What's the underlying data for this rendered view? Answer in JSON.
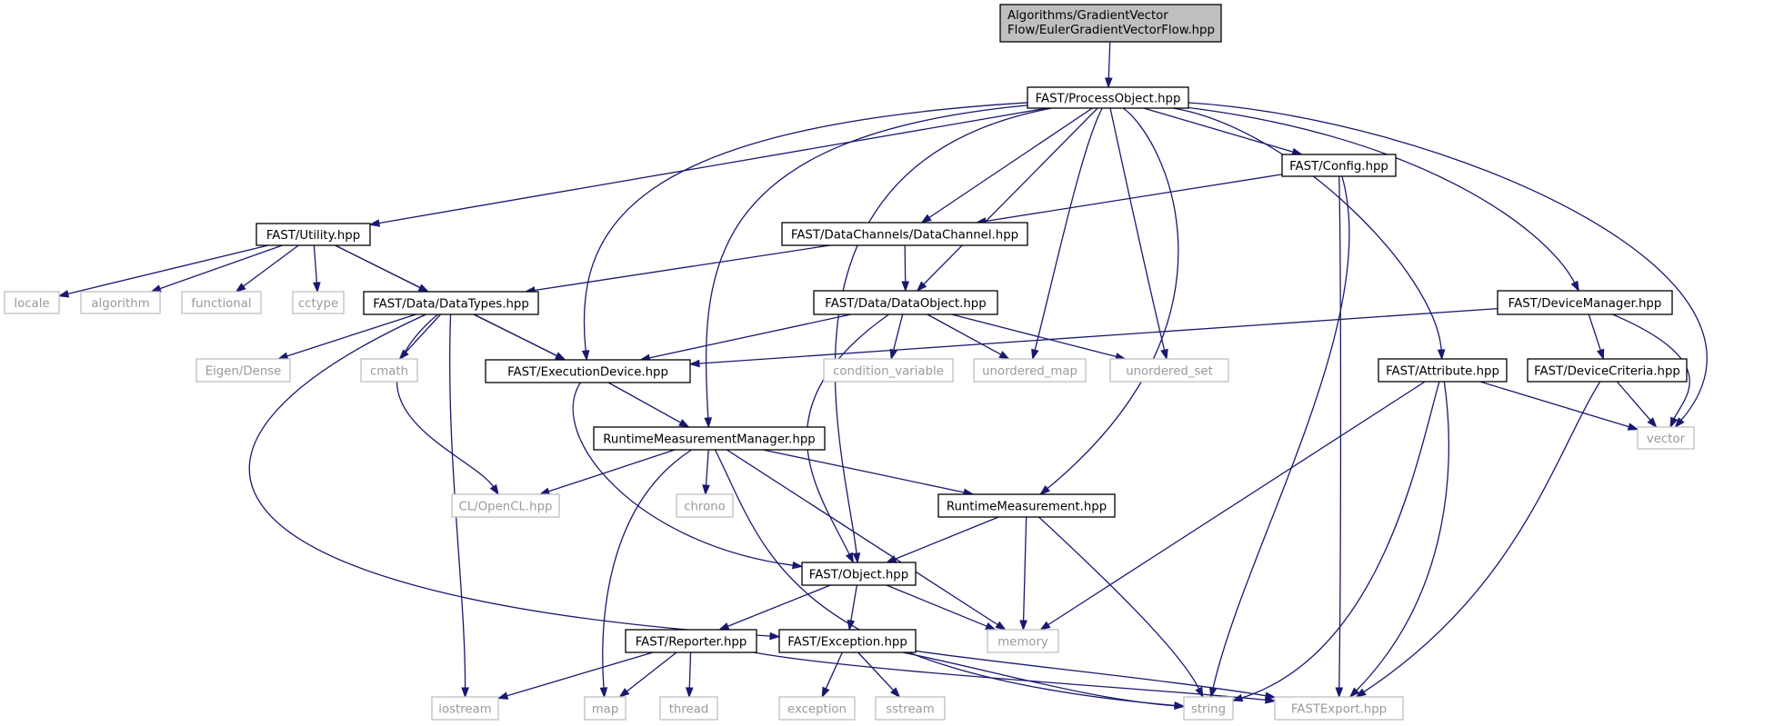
{
  "diagram": {
    "nodes": [
      {
        "id": "root",
        "kind": "root",
        "lines": [
          "Algorithms/GradientVector",
          "Flow/EulerGradientVectorFlow.hpp"
        ]
      },
      {
        "id": "process",
        "kind": "main",
        "label": "FAST/ProcessObject.hpp"
      },
      {
        "id": "config",
        "kind": "main",
        "label": "FAST/Config.hpp"
      },
      {
        "id": "utility",
        "kind": "main",
        "label": "FAST/Utility.hpp"
      },
      {
        "id": "datachannel",
        "kind": "main",
        "label": "FAST/DataChannels/DataChannel.hpp"
      },
      {
        "id": "datatypes",
        "kind": "main",
        "label": "FAST/Data/DataTypes.hpp"
      },
      {
        "id": "dataobject",
        "kind": "main",
        "label": "FAST/Data/DataObject.hpp"
      },
      {
        "id": "devicemanager",
        "kind": "main",
        "label": "FAST/DeviceManager.hpp"
      },
      {
        "id": "execdevice",
        "kind": "main",
        "label": "FAST/ExecutionDevice.hpp"
      },
      {
        "id": "attribute",
        "kind": "main",
        "label": "FAST/Attribute.hpp"
      },
      {
        "id": "devicecriteria",
        "kind": "main",
        "label": "FAST/DeviceCriteria.hpp"
      },
      {
        "id": "rtmm",
        "kind": "main",
        "label": "RuntimeMeasurementManager.hpp"
      },
      {
        "id": "rtm",
        "kind": "main",
        "label": "RuntimeMeasurement.hpp"
      },
      {
        "id": "object",
        "kind": "main",
        "label": "FAST/Object.hpp"
      },
      {
        "id": "reporter",
        "kind": "main",
        "label": "FAST/Reporter.hpp"
      },
      {
        "id": "exception",
        "kind": "main",
        "label": "FAST/Exception.hpp"
      },
      {
        "id": "locale",
        "kind": "sys",
        "label": "locale"
      },
      {
        "id": "algorithm",
        "kind": "sys",
        "label": "algorithm"
      },
      {
        "id": "functional",
        "kind": "sys",
        "label": "functional"
      },
      {
        "id": "cctype",
        "kind": "sys",
        "label": "cctype"
      },
      {
        "id": "eigen",
        "kind": "sys",
        "label": "Eigen/Dense"
      },
      {
        "id": "cmath",
        "kind": "sys",
        "label": "cmath"
      },
      {
        "id": "condvar",
        "kind": "sys",
        "label": "condition_variable"
      },
      {
        "id": "umap",
        "kind": "sys",
        "label": "unordered_map"
      },
      {
        "id": "uset",
        "kind": "sys",
        "label": "unordered_set"
      },
      {
        "id": "vector",
        "kind": "sys",
        "label": "vector"
      },
      {
        "id": "opencl",
        "kind": "sys",
        "label": "CL/OpenCL.hpp"
      },
      {
        "id": "chrono",
        "kind": "sys",
        "label": "chrono"
      },
      {
        "id": "memory",
        "kind": "sys",
        "label": "memory"
      },
      {
        "id": "iostream",
        "kind": "sys",
        "label": "iostream"
      },
      {
        "id": "map",
        "kind": "sys",
        "label": "map"
      },
      {
        "id": "thread",
        "kind": "sys",
        "label": "thread"
      },
      {
        "id": "exceptionstd",
        "kind": "sys",
        "label": "exception"
      },
      {
        "id": "sstream",
        "kind": "sys",
        "label": "sstream"
      },
      {
        "id": "string",
        "kind": "sys",
        "label": "string"
      },
      {
        "id": "fastexport",
        "kind": "sys",
        "label": "FASTExport.hpp"
      }
    ],
    "edges": [
      {
        "from": "root",
        "to": "process"
      },
      {
        "from": "process",
        "to": "utility"
      },
      {
        "from": "process",
        "to": "execdevice"
      },
      {
        "from": "process",
        "to": "rtmm"
      },
      {
        "from": "process",
        "to": "object"
      },
      {
        "from": "process",
        "to": "datachannel"
      },
      {
        "from": "process",
        "to": "dataobject"
      },
      {
        "from": "process",
        "to": "umap"
      },
      {
        "from": "process",
        "to": "uset"
      },
      {
        "from": "process",
        "to": "rtm"
      },
      {
        "from": "process",
        "to": "config"
      },
      {
        "from": "process",
        "to": "attribute"
      },
      {
        "from": "process",
        "to": "devicemanager"
      },
      {
        "from": "process",
        "to": "vector"
      },
      {
        "from": "config",
        "to": "datachannel"
      },
      {
        "from": "config",
        "to": "string"
      },
      {
        "from": "config",
        "to": "fastexport"
      },
      {
        "from": "utility",
        "to": "locale"
      },
      {
        "from": "utility",
        "to": "algorithm"
      },
      {
        "from": "utility",
        "to": "functional"
      },
      {
        "from": "utility",
        "to": "cctype"
      },
      {
        "from": "utility",
        "to": "datatypes"
      },
      {
        "from": "utility",
        "to": "execdevice"
      },
      {
        "from": "datachannel",
        "to": "datatypes"
      },
      {
        "from": "datachannel",
        "to": "dataobject"
      },
      {
        "from": "datatypes",
        "to": "eigen"
      },
      {
        "from": "datatypes",
        "to": "cmath"
      },
      {
        "from": "datatypes",
        "to": "execdevice"
      },
      {
        "from": "datatypes",
        "to": "opencl"
      },
      {
        "from": "datatypes",
        "to": "iostream"
      },
      {
        "from": "datatypes",
        "to": "exception"
      },
      {
        "from": "dataobject",
        "to": "execdevice"
      },
      {
        "from": "dataobject",
        "to": "condvar"
      },
      {
        "from": "dataobject",
        "to": "umap"
      },
      {
        "from": "dataobject",
        "to": "uset"
      },
      {
        "from": "dataobject",
        "to": "object"
      },
      {
        "from": "devicemanager",
        "to": "execdevice"
      },
      {
        "from": "devicemanager",
        "to": "devicecriteria"
      },
      {
        "from": "devicemanager",
        "to": "vector"
      },
      {
        "from": "devicecriteria",
        "to": "vector"
      },
      {
        "from": "devicecriteria",
        "to": "fastexport"
      },
      {
        "from": "attribute",
        "to": "vector"
      },
      {
        "from": "attribute",
        "to": "memory"
      },
      {
        "from": "attribute",
        "to": "string"
      },
      {
        "from": "attribute",
        "to": "fastexport"
      },
      {
        "from": "execdevice",
        "to": "rtmm"
      },
      {
        "from": "execdevice",
        "to": "object"
      },
      {
        "from": "rtmm",
        "to": "opencl"
      },
      {
        "from": "rtmm",
        "to": "chrono"
      },
      {
        "from": "rtmm",
        "to": "rtm"
      },
      {
        "from": "rtmm",
        "to": "memory"
      },
      {
        "from": "rtmm",
        "to": "map"
      },
      {
        "from": "rtmm",
        "to": "string"
      },
      {
        "from": "rtm",
        "to": "object"
      },
      {
        "from": "rtm",
        "to": "memory"
      },
      {
        "from": "rtm",
        "to": "string"
      },
      {
        "from": "object",
        "to": "reporter"
      },
      {
        "from": "object",
        "to": "exception"
      },
      {
        "from": "object",
        "to": "memory"
      },
      {
        "from": "reporter",
        "to": "iostream"
      },
      {
        "from": "reporter",
        "to": "map"
      },
      {
        "from": "reporter",
        "to": "thread"
      },
      {
        "from": "reporter",
        "to": "fastexport"
      },
      {
        "from": "exception",
        "to": "exceptionstd"
      },
      {
        "from": "exception",
        "to": "sstream"
      },
      {
        "from": "exception",
        "to": "string"
      },
      {
        "from": "exception",
        "to": "fastexport"
      }
    ]
  }
}
